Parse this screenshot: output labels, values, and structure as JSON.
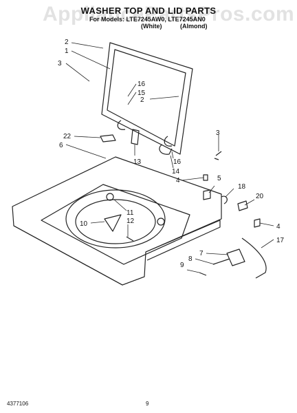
{
  "header": {
    "watermark": "AppliancePartsPros.com",
    "title": "WASHER TOP AND LID PARTS",
    "models": "For Models: LTE7245AW0, LTE7245AN0",
    "white": "(White)",
    "almond": "(Almond)"
  },
  "callouts": {
    "c2a": "2",
    "c1": "1",
    "c3a": "3",
    "c16a": "16",
    "c15": "15",
    "c2b": "2",
    "c3b": "3",
    "c22": "22",
    "c6": "6",
    "c13": "13",
    "c16b": "16",
    "c14": "14",
    "c4a": "4",
    "c5": "5",
    "c18": "18",
    "c20": "20",
    "c11": "11",
    "c10": "10",
    "c12": "12",
    "c4b": "4",
    "c17": "17",
    "c7": "7",
    "c8": "8",
    "c9": "9"
  },
  "footer": {
    "doc_number": "4377106",
    "page_number": "9"
  }
}
